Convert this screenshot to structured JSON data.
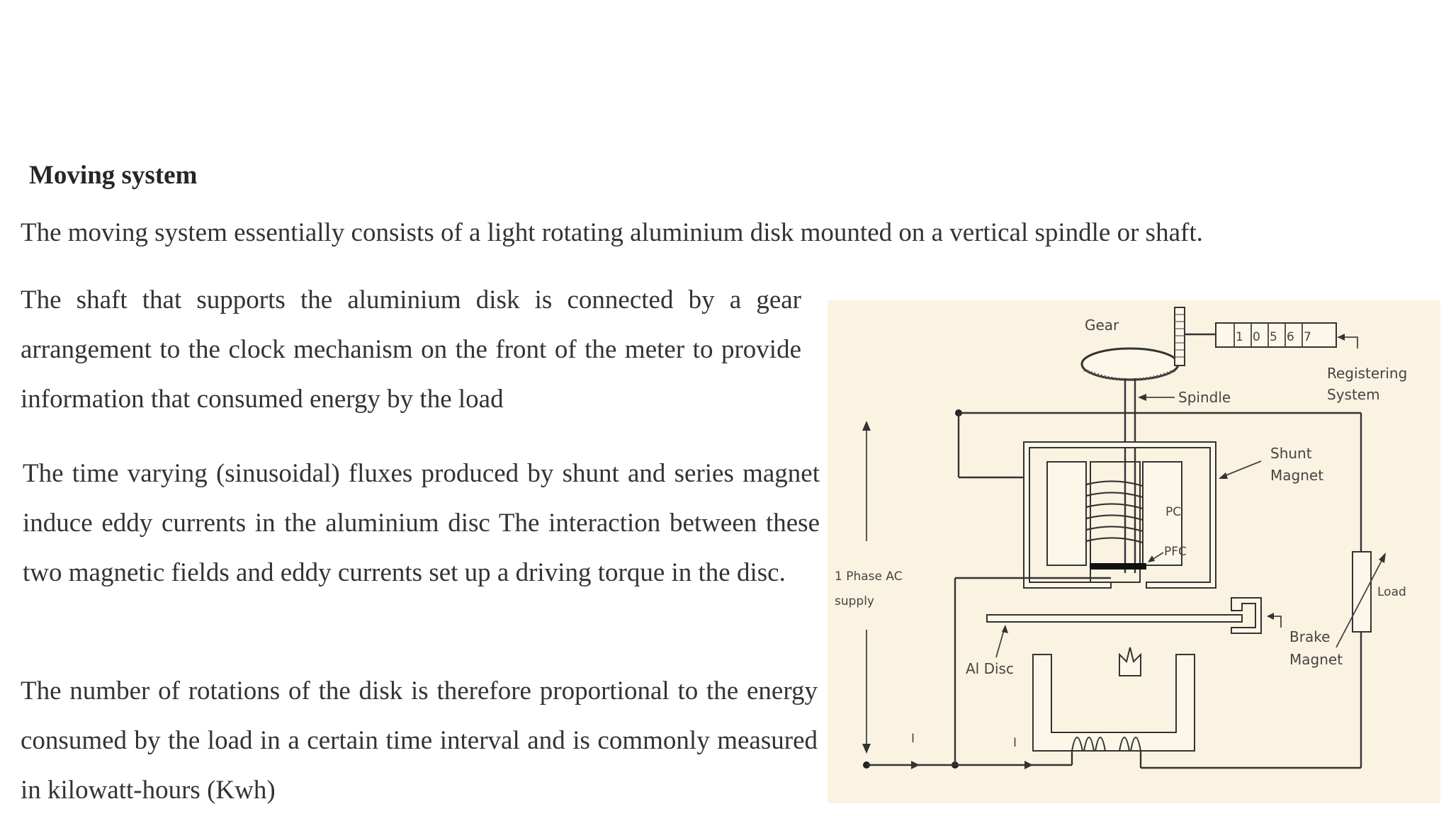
{
  "heading": "Moving system",
  "intro": "The moving system essentially consists of a light rotating aluminium disk mounted on a vertical spindle or shaft.",
  "paragraphs": [
    "The shaft that supports the aluminium disk is connected by a gear arrangement to the clock mechanism on the front of the meter to provide information that consumed energy by the load",
    "The time varying (sinusoidal) fluxes produced by shunt and series magnet induce eddy currents in the aluminium disc The interaction between these two magnetic fields and eddy currents set up a driving torque in the disc.",
    "The number of rotations of the disk is therefore proportional to the energy consumed by the load in a certain time interval and is commonly measured in kilowatt-hours (Kwh)"
  ],
  "diagram": {
    "background": "#fbf3e1",
    "labels": {
      "gear": "Gear",
      "spindle": "Spindle",
      "registering_1": "Registering",
      "registering_2": "System",
      "shunt_1": "Shunt",
      "shunt_2": "Magnet",
      "pc": "PC",
      "pfc": "PFC",
      "supply_1": "1 Phase AC",
      "supply_2": "supply",
      "load": "Load",
      "brake_1": "Brake",
      "brake_2": "Magnet",
      "al_disc": "Al Disc",
      "current_left": "I",
      "current_right": "I"
    },
    "register_digits": [
      "1",
      "0",
      "5",
      "6",
      "7"
    ]
  }
}
